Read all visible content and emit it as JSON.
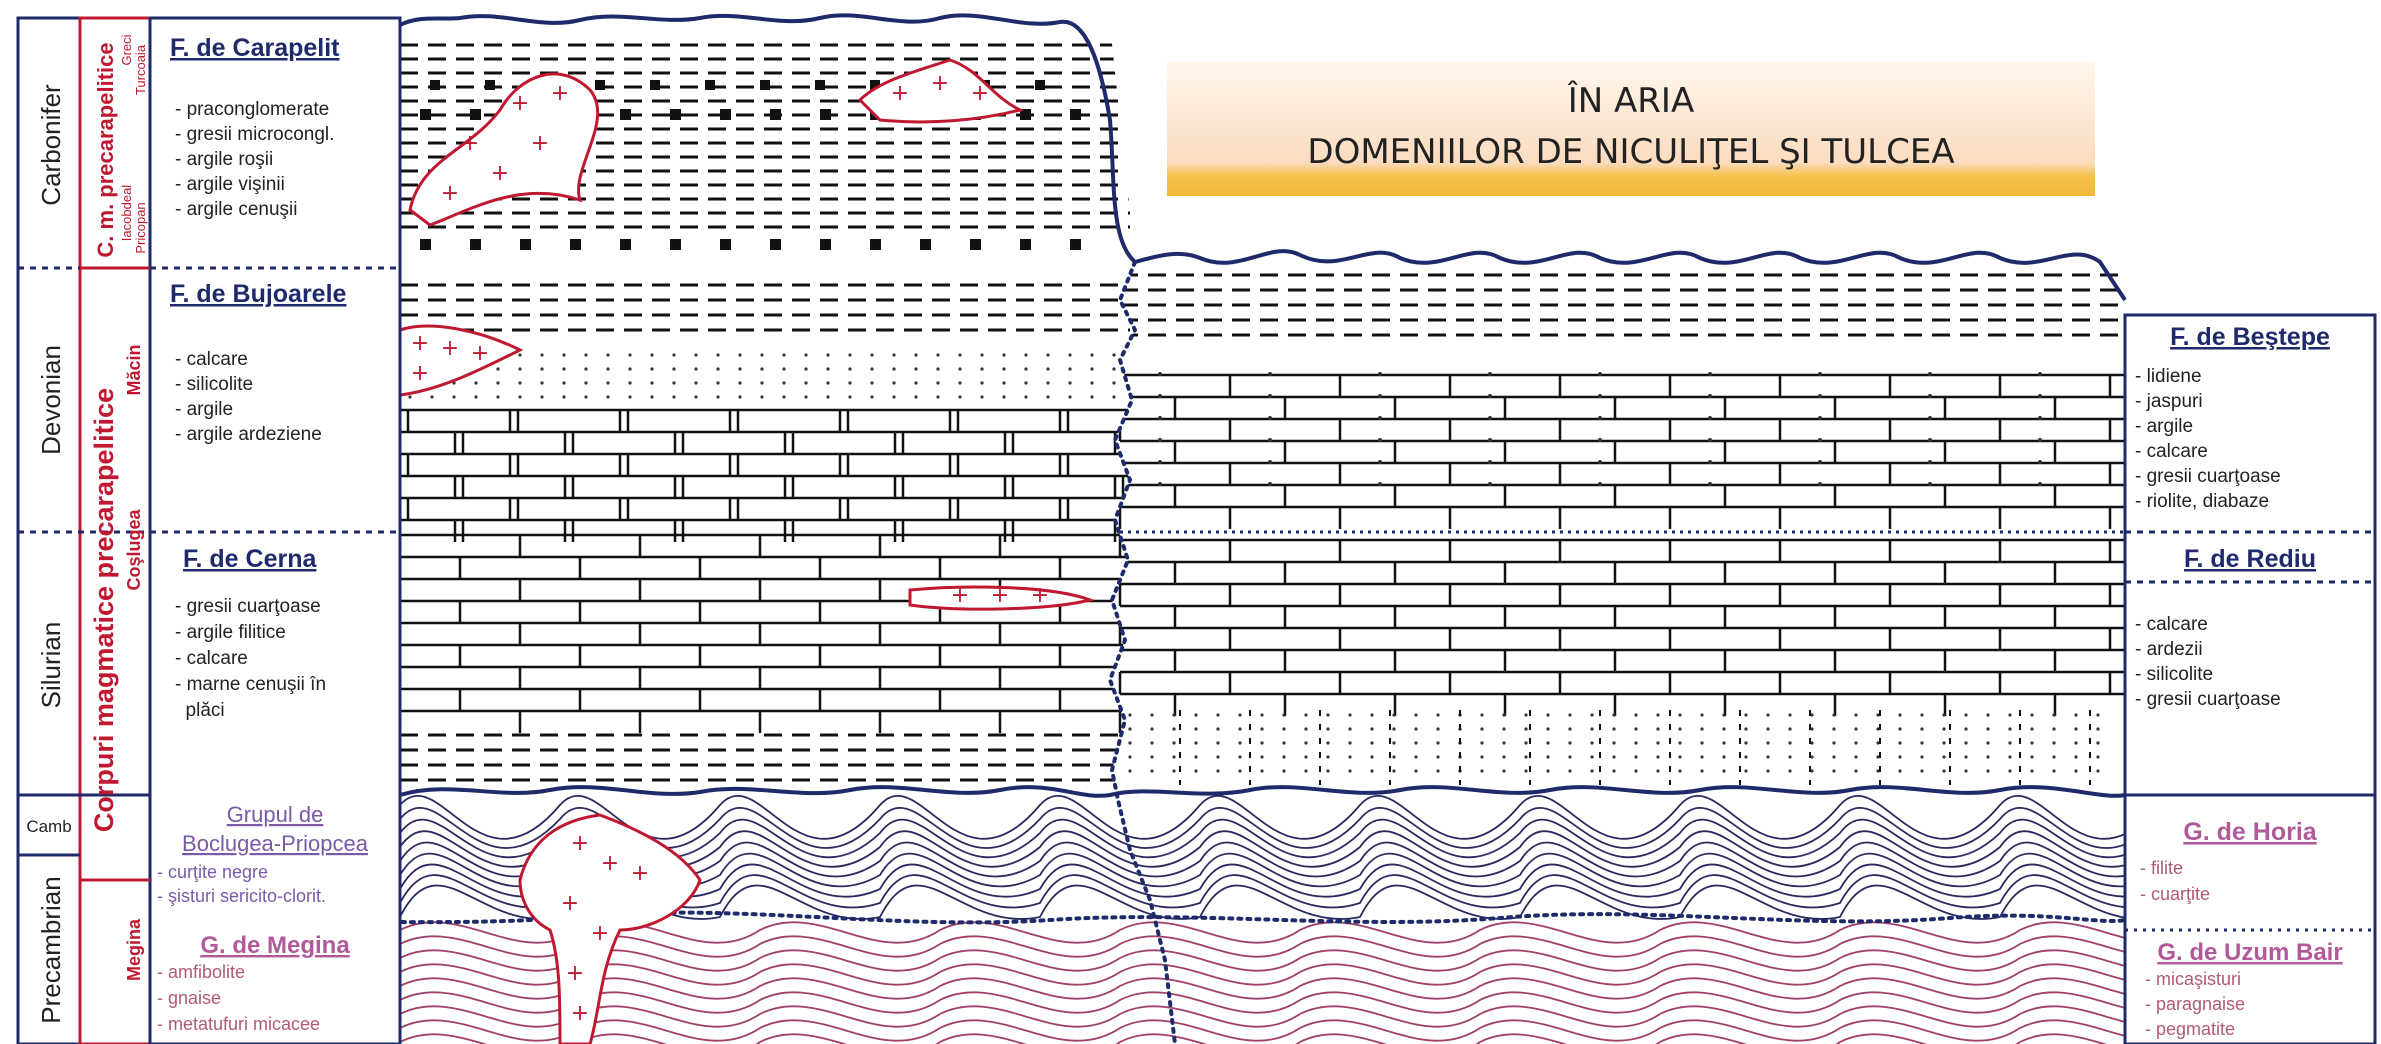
{
  "periods": {
    "carbonifer": "Carbonifer",
    "devonian": "Devonian",
    "silurian": "Silurian",
    "cambrian": "Camb",
    "precambrian": "Precambrian"
  },
  "corp": {
    "main": "Corpuri magmatice precarapelitice",
    "carbon_label": "C. m. precarapelitice",
    "sub_iacobdeal": "Iacobdeal",
    "sub_pricopan": "Pricopan",
    "sub_greci": "Greci",
    "sub_turcoaia": "Turcoaia",
    "macin": "Măcin",
    "coslugea": "Coşlugea",
    "megina": "Megina"
  },
  "left": {
    "carapelit": {
      "title": "F. de Carapelit",
      "items": [
        "- praconglomerate",
        "- gresii microcongl.",
        "- argile roşii",
        "- argile vişinii",
        "- argile cenuşii"
      ]
    },
    "bujoarele": {
      "title": "F. de Bujoarele",
      "items": [
        "- calcare",
        "- silicolite",
        "- argile",
        "- argile ardeziene"
      ]
    },
    "cerna": {
      "title": "F. de Cerna",
      "items": [
        "- gresii cuarţoase",
        "- argile filitice",
        "- calcare",
        "- marne cenuşii în",
        "  plăci"
      ]
    },
    "boclugea": {
      "title1": "Grupul de",
      "title2": "Boclugea-Priopcea",
      "items": [
        "- curţite negre",
        "- şisturi sericito-clorit."
      ]
    },
    "megina": {
      "title": "G. de Megina",
      "items": [
        "- amfibolite",
        "- gnaise",
        "- metatufuri micacee"
      ]
    }
  },
  "right": {
    "bestepe": {
      "title": "F. de Beştepe",
      "items": [
        "- lidiene",
        "- jaspuri",
        "- argile",
        "- calcare",
        "- gresii cuarţoase",
        "- riolite, diabaze"
      ]
    },
    "rediu": {
      "title": "F. de Rediu",
      "items": [
        "- calcare",
        "- ardezii",
        "- silicolite",
        "- gresii cuarţoase"
      ]
    },
    "horia": {
      "title": "G. de Horia",
      "items": [
        "- filite",
        "- cuarţite"
      ]
    },
    "uzum": {
      "title": "G. de Uzum Bair",
      "items": [
        "- micaşisturi",
        "- paragnaise",
        "- pegmatite"
      ]
    }
  },
  "banner": {
    "line1": "ÎN ARIA",
    "line2": "DOMENIILOR DE NICULIŢEL ŞI TULCEA"
  },
  "colors": {
    "navy": "#1f2a6b",
    "crimson": "#c01830",
    "purple": "#7a2e7a",
    "pinkline": "#b05a7a",
    "banner_top": "#fff6e6",
    "banner_mid": "#fbdcbf",
    "banner_bottom": "#f2b73a"
  }
}
